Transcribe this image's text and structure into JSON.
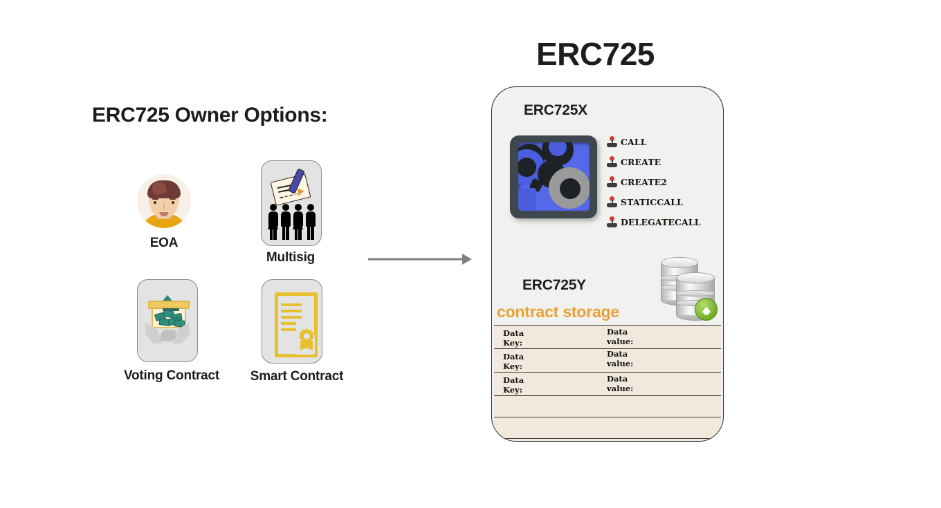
{
  "diagram": {
    "main_title": "ERC725",
    "owner_section_title": "ERC725 Owner Options:",
    "owner_options": [
      {
        "label": "EOA",
        "icon": "user-avatar-icon"
      },
      {
        "label": "Multisig",
        "icon": "signature-people-icon"
      },
      {
        "label": "Voting Contract",
        "icon": "ballot-box-icon"
      },
      {
        "label": "Smart Contract",
        "icon": "contract-document-icon"
      }
    ],
    "arrow": {
      "icon": "right-arrow-icon",
      "color": "#808080"
    },
    "card": {
      "erc725x": {
        "title": "ERC725X",
        "icon": "gears-icon",
        "operations": [
          {
            "label": "CALL",
            "icon": "joystick-icon"
          },
          {
            "label": "CREATE",
            "icon": "joystick-icon"
          },
          {
            "label": "CREATE2",
            "icon": "joystick-icon"
          },
          {
            "label": "STATICCALL",
            "icon": "joystick-icon"
          },
          {
            "label": "DELEGATECALL",
            "icon": "joystick-icon"
          }
        ]
      },
      "erc725y": {
        "title": "ERC725Y",
        "subtitle": "contract storage",
        "subtitle_color": "#e8a135",
        "icon": "database-upload-icon",
        "table": {
          "rows": [
            {
              "key": "Data\nKey:",
              "value": "Data\nvalue:"
            },
            {
              "key": "Data\nKey:",
              "value": "Data\nvalue:"
            },
            {
              "key": "Data\nKey:",
              "value": "Data\nvalue:"
            },
            {
              "key": "",
              "value": ""
            },
            {
              "key": "",
              "value": ""
            }
          ]
        }
      }
    },
    "colors": {
      "card_background": "#f1f1f0",
      "card_border": "#2a2722",
      "table_background": "#f1e9dd",
      "table_border": "#3a3530",
      "accent_orange": "#e8a135",
      "text_dark": "#1d1d1f"
    }
  }
}
